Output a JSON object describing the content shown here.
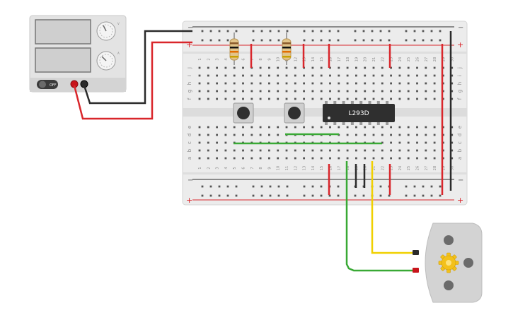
{
  "power_supply": {
    "off_label": "OFF",
    "voltage_knob_label": "V",
    "current_knob_label": "A"
  },
  "breadboard": {
    "top_row_letters": [
      "j",
      "i",
      "h",
      "g",
      "f"
    ],
    "bottom_row_letters": [
      "e",
      "d",
      "c",
      "b",
      "a"
    ],
    "column_numbers": [
      "1",
      "2",
      "3",
      "4",
      "5",
      "6",
      "7",
      "8",
      "9",
      "10",
      "11",
      "12",
      "13",
      "14",
      "15",
      "16",
      "17",
      "18",
      "19",
      "20",
      "21",
      "22",
      "23",
      "24",
      "25",
      "26",
      "27",
      "28",
      "29",
      "30"
    ],
    "rail_plus": "+",
    "rail_minus": "−"
  },
  "chip": {
    "label": "L293D"
  },
  "colors": {
    "wire_red": "#d9262b",
    "wire_black": "#2b2b2b",
    "wire_green": "#39a935",
    "wire_yellow": "#f0d000",
    "breadboard": "#ececec",
    "motor_body": "#d3d3d3",
    "gear": "#f3c11b"
  }
}
